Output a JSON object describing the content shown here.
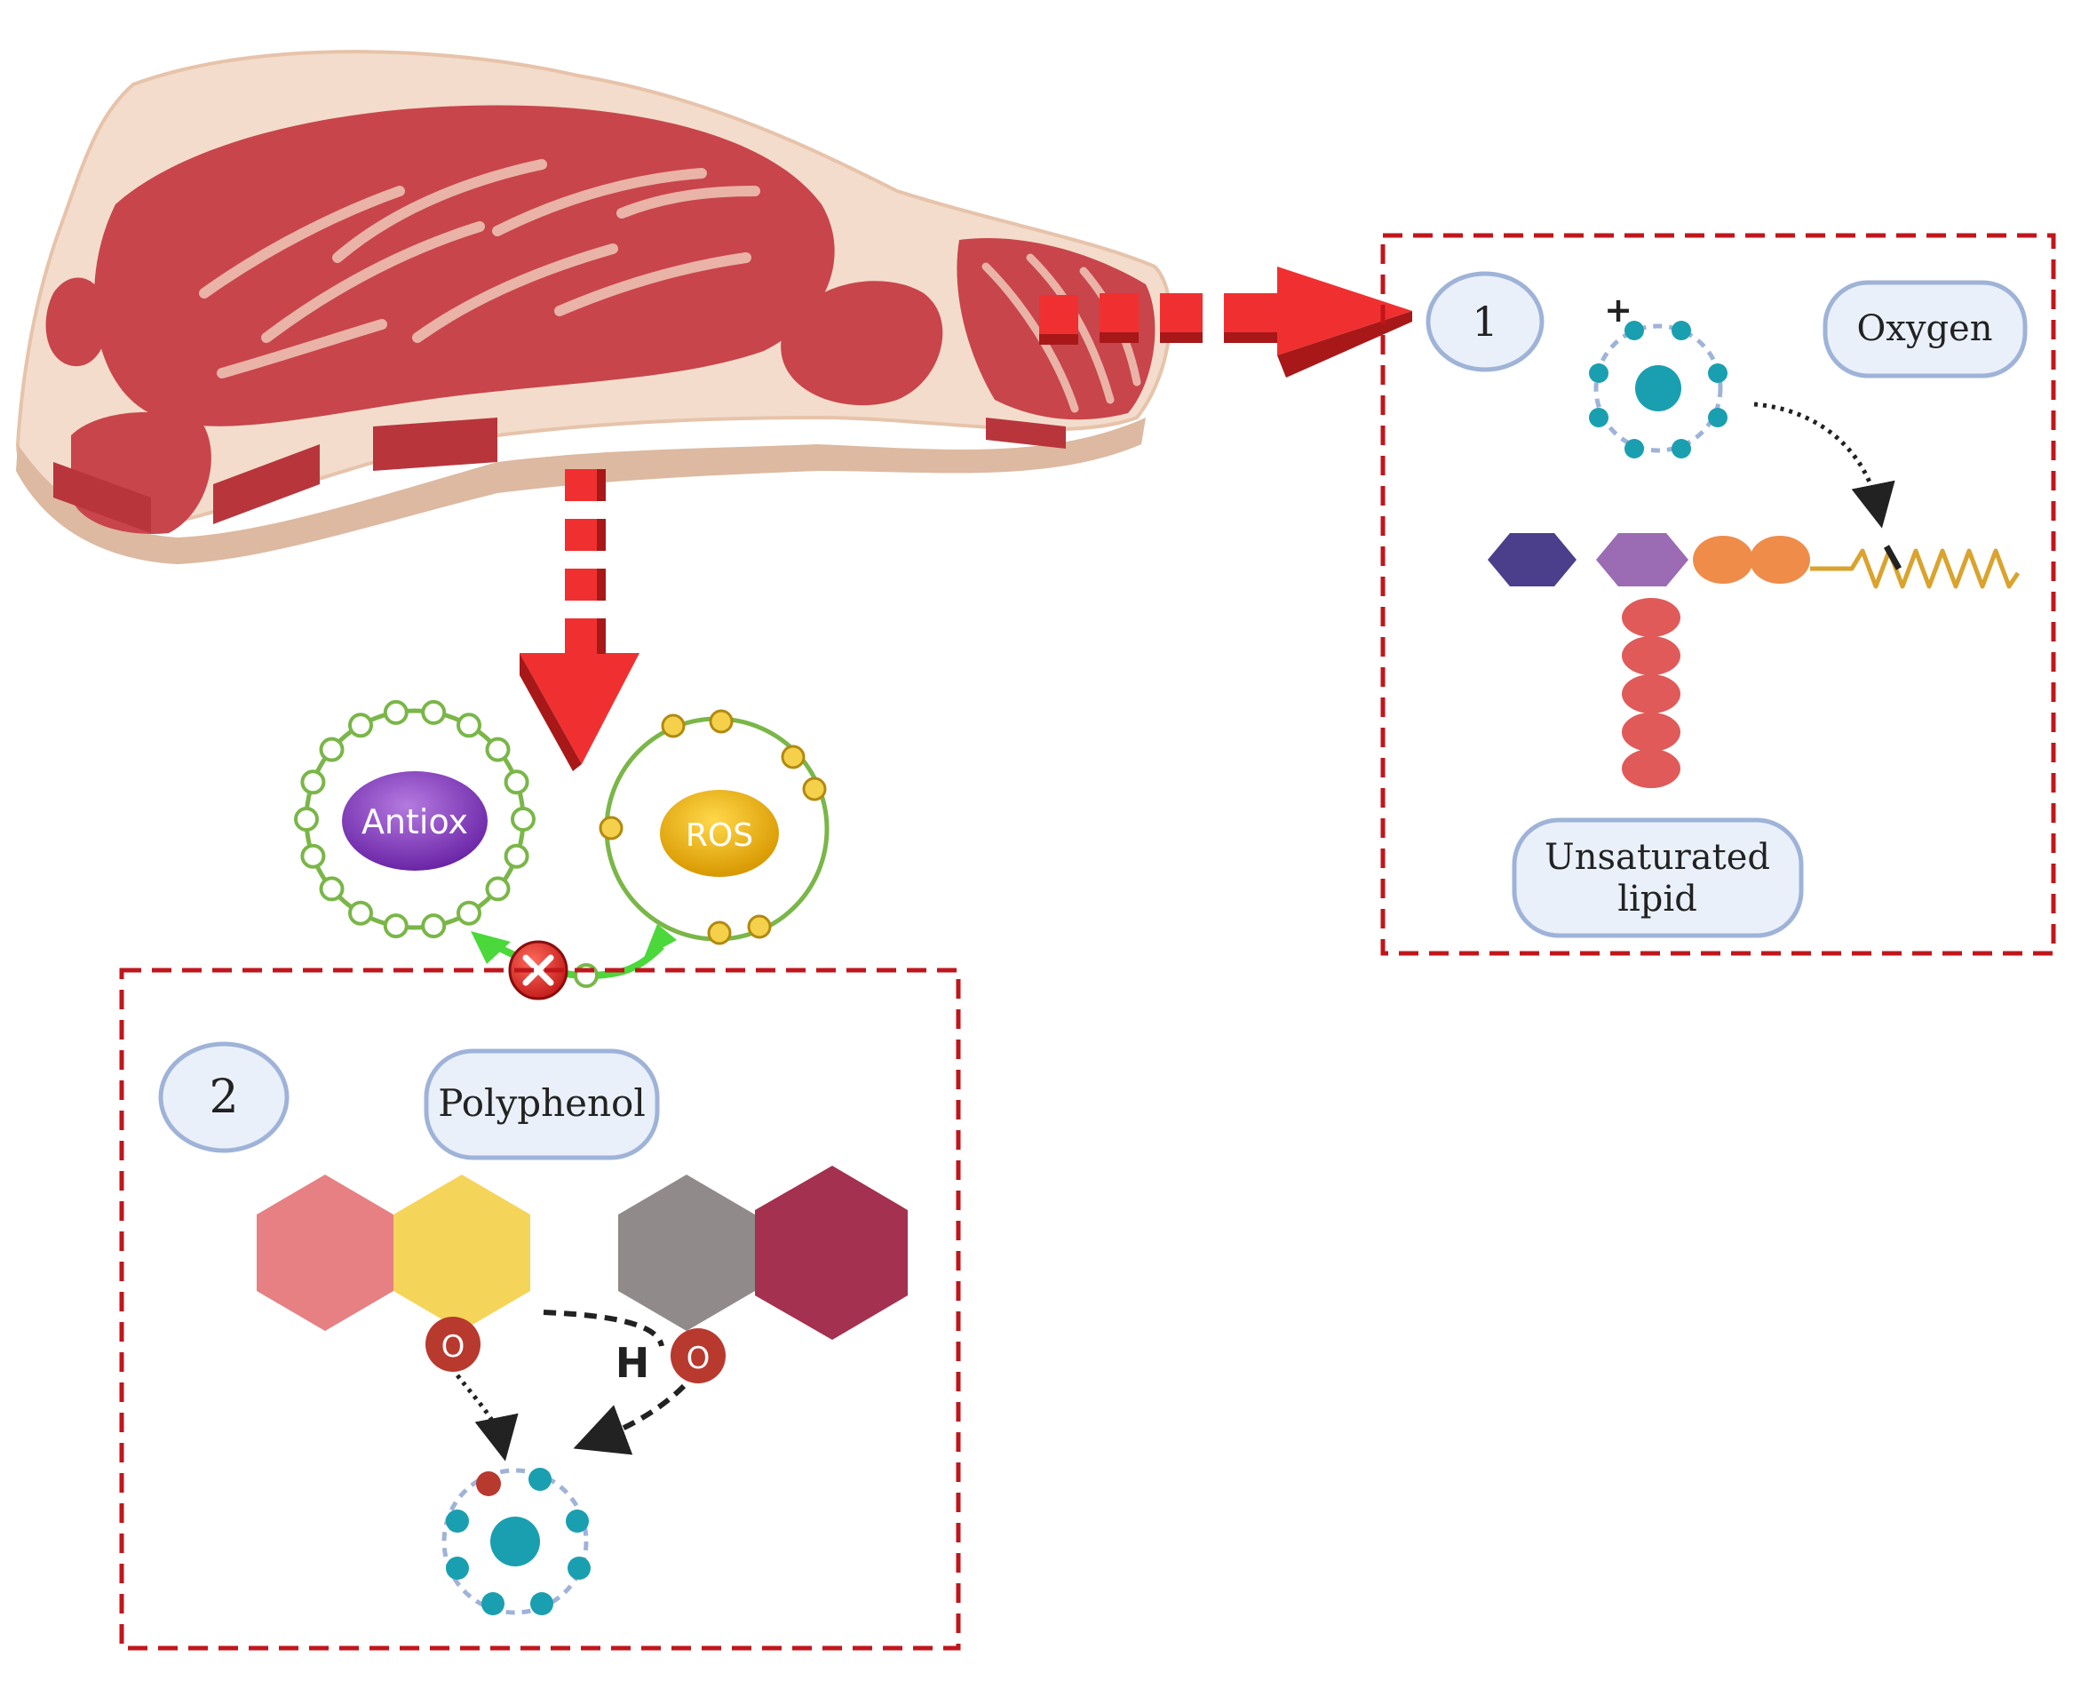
{
  "panel_1": {
    "number": "1",
    "oxygen_label": "Oxygen",
    "lipid_label_line1": "Unsaturated",
    "lipid_label_line2": "lipid",
    "charge_symbol": "+"
  },
  "panel_2": {
    "number": "2",
    "polyphenol_label": "Polyphenol",
    "oxygen_atom_left": "O",
    "oxygen_atom_right": "O",
    "hydrogen_label": "H"
  },
  "molecules": {
    "antioxidant_label": "Antiox",
    "ros_label": "ROS"
  },
  "colors": {
    "arrow_red": "#f03030",
    "box_dash": "#c0161b",
    "meat": "#c8454b",
    "fat": "#f3dccb",
    "label_fill": "#eaf0fa",
    "label_stroke": "#9fb3d8",
    "teal": "#1a9fb0",
    "ring_green": "#7ab648",
    "antiox_purple": "#8a3fc0",
    "ros_yellow": "#f2b600"
  }
}
